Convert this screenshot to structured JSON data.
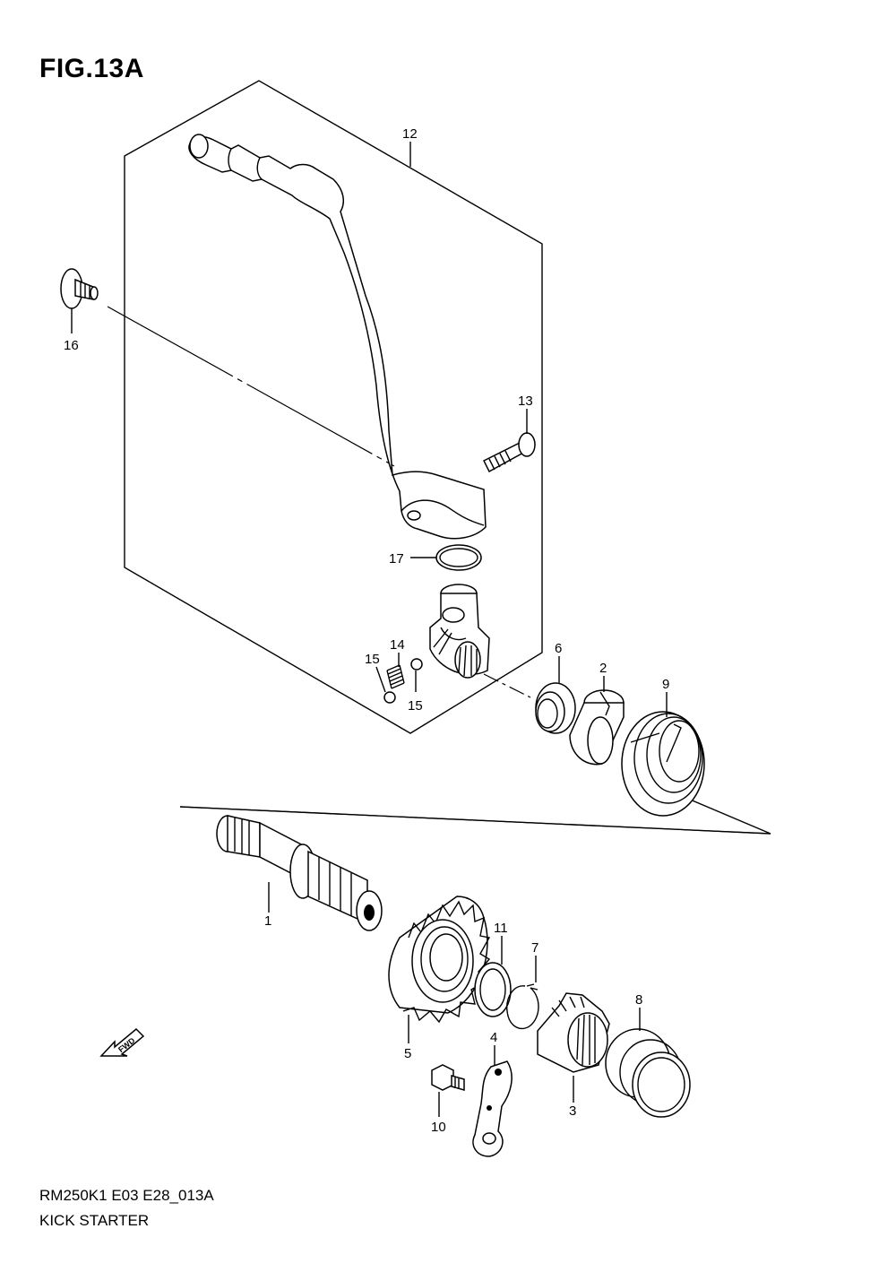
{
  "figure": {
    "title": "FIG.13A",
    "code": "RM250K1 E03 E28_013A",
    "name": "KICK STARTER"
  },
  "fwd_label": "FWD",
  "parts": [
    {
      "ref": "1"
    },
    {
      "ref": "2"
    },
    {
      "ref": "3"
    },
    {
      "ref": "4"
    },
    {
      "ref": "5"
    },
    {
      "ref": "6"
    },
    {
      "ref": "7"
    },
    {
      "ref": "8"
    },
    {
      "ref": "9"
    },
    {
      "ref": "10"
    },
    {
      "ref": "11"
    },
    {
      "ref": "12"
    },
    {
      "ref": "13"
    },
    {
      "ref": "14"
    },
    {
      "ref": "15"
    },
    {
      "ref": "15"
    },
    {
      "ref": "16"
    },
    {
      "ref": "17"
    }
  ]
}
